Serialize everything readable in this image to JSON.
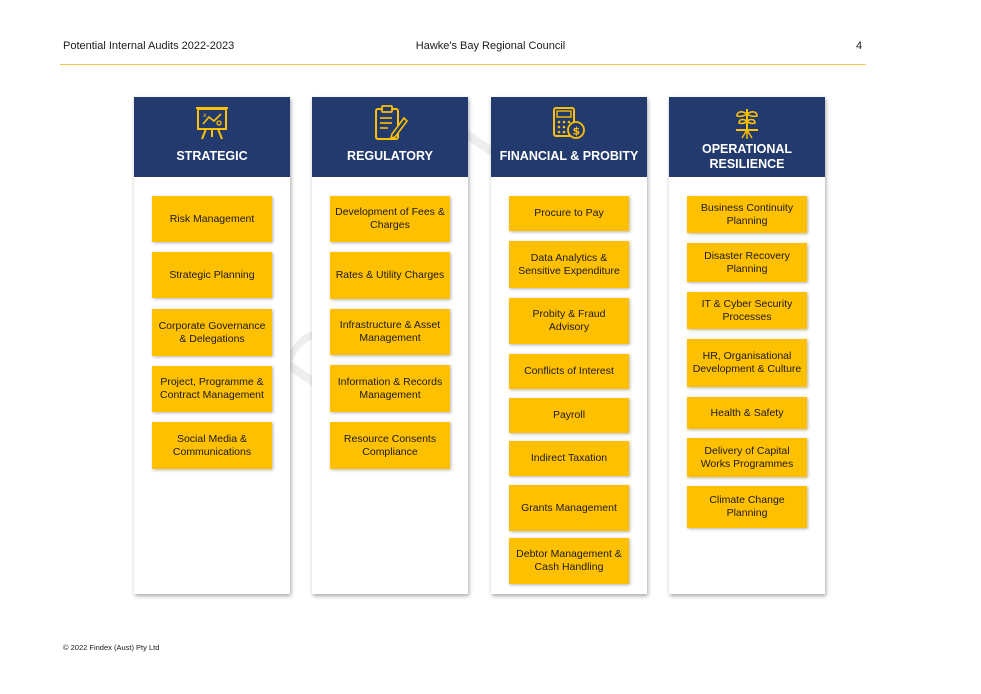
{
  "header": {
    "left": "Potential Internal Audits 2022-2023",
    "center": "Hawke's Bay Regional Council",
    "page_number": "4"
  },
  "footer": {
    "copyright": "© 2022 Findex (Aust) Pty Ltd"
  },
  "watermark": "DRAFT",
  "colors": {
    "header_blue": "#223a6e",
    "item_yellow": "#ffc000"
  },
  "columns": [
    {
      "title": "STRATEGIC",
      "icon": "strategy-board-icon",
      "items": [
        "Risk Management",
        "Strategic Planning",
        "Corporate Governance & Delegations",
        "Project, Programme & Contract Management",
        "Social Media & Communications"
      ]
    },
    {
      "title": "REGULATORY",
      "icon": "clipboard-pen-icon",
      "items": [
        "Development of Fees & Charges",
        "Rates & Utility Charges",
        "Infrastructure & Asset Management",
        "Information & Records Management",
        "Resource Consents Compliance"
      ]
    },
    {
      "title": "FINANCIAL & PROBITY",
      "icon": "calculator-dollar-icon",
      "items": [
        "Procure to Pay",
        "Data Analytics & Sensitive Expenditure",
        "Probity & Fraud Advisory",
        "Conflicts of Interest",
        "Payroll",
        "Indirect Taxation",
        "Grants Management",
        "Debtor Management & Cash Handling"
      ]
    },
    {
      "title_line1": "OPERATIONAL",
      "title_line2": "RESILIENCE",
      "icon": "plant-roots-icon",
      "items": [
        "Business Continuity Planning",
        "Disaster Recovery Planning",
        "IT & Cyber Security Processes",
        "HR, Organisational Development & Culture",
        "Health & Safety",
        "Delivery of Capital Works Programmes",
        "Climate Change Planning"
      ]
    }
  ]
}
